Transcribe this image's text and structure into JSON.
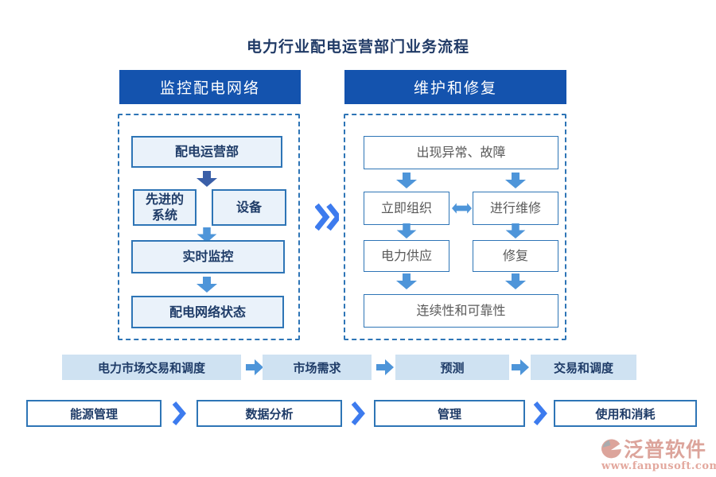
{
  "title": "电力行业配电运营部门业务流程",
  "monitor": {
    "header": "监控配电网络",
    "dept": "配电运营部",
    "advanced_line1": "先进的",
    "advanced_line2": "系统",
    "equipment": "设备",
    "realtime": "实时监控",
    "network_status": "配电网络状态"
  },
  "maintain": {
    "header": "维护和修复",
    "fault": "出现异常、故障",
    "organize": "立即组织",
    "repair": "进行维修",
    "power_supply": "电力供应",
    "fix": "修复",
    "reliability": "连续性和可靠性"
  },
  "market_row": {
    "items": [
      "电力市场交易和调度",
      "市场需求",
      "预测",
      "交易和调度"
    ]
  },
  "energy_row": {
    "items": [
      "能源管理",
      "数据分析",
      "管理",
      "使用和消耗"
    ]
  },
  "logo": {
    "brand": "泛普软件",
    "website": "www.fanpusoft.com"
  },
  "colors": {
    "header_blue": "#1453ae",
    "border_blue": "#2e75b6",
    "light_fill": "#eaf2fa",
    "row_fill": "#cfe2f2",
    "navy_text": "#1f3c68",
    "gray_text": "#595959",
    "arrow_dark": "#3a5fa8",
    "arrow_light": "#4e95d9",
    "chevron_blue": "#3d7bee",
    "logo_salmon": "#dca49b"
  }
}
